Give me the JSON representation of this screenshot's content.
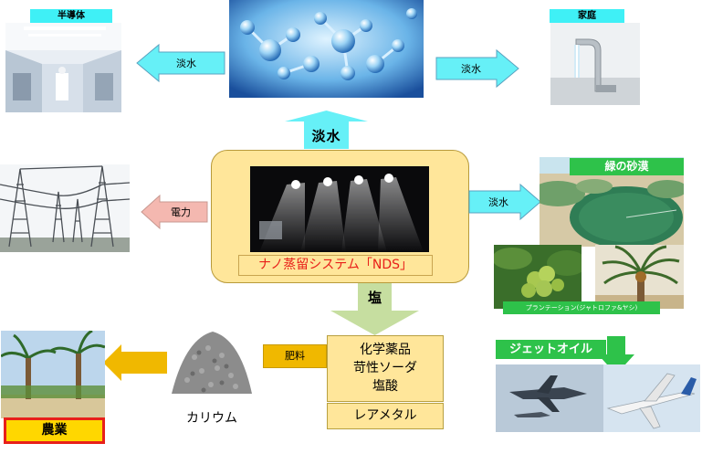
{
  "labels": {
    "semiconductor": "半導体",
    "home": "家庭",
    "green_desert": "緑の砂漠",
    "plantation": "プランテーション(ジャトロファ&ヤシ)",
    "jet_oil": "ジェットオイル",
    "agriculture": "農業",
    "potassium": "カリウム"
  },
  "arrows": {
    "fresh_water_left": "淡水",
    "fresh_water_right": "淡水",
    "fresh_water_up": "淡水",
    "fresh_water_green": "淡水",
    "electricity": "電力",
    "salt": "塩",
    "fertilizer": "肥料"
  },
  "center": {
    "system_name": "ナノ蒸留システム「NDS」"
  },
  "chemicals": {
    "line1": "化学薬品",
    "line2": "苛性ソーダ",
    "line3": "塩酸",
    "rare_metal": "レアメタル"
  },
  "colors": {
    "arrow_cyan": "#66f0f7",
    "arrow_green": "#c6dea0",
    "arrow_pink": "#f4b8b0",
    "arrow_orange": "#f0b800",
    "label_cyan": "#3ff0f6",
    "system_text_red": "#e8201a",
    "label_green": "#2ec24a",
    "agri_border_red": "#e8201a",
    "agri_fill_yellow": "#ffd700"
  }
}
